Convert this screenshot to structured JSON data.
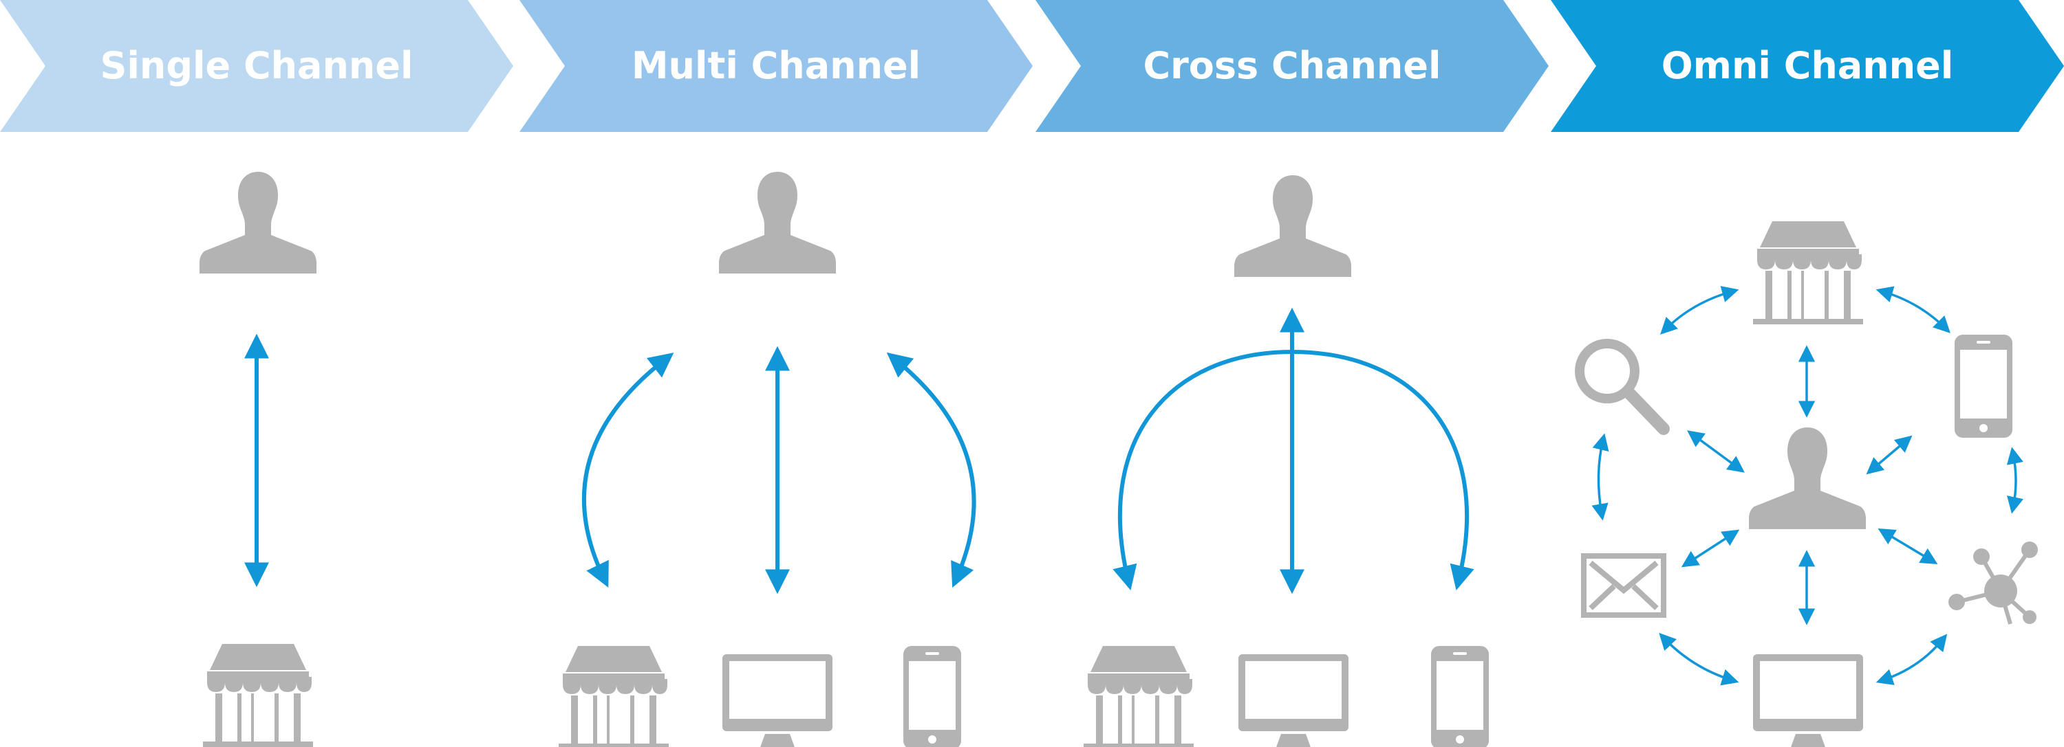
{
  "steps": [
    {
      "label": "Single Channel",
      "color": "#bdd9f2"
    },
    {
      "label": "Multi Channel",
      "color": "#97c4ec"
    },
    {
      "label": "Cross Channel",
      "color": "#67b0e2"
    },
    {
      "label": "Omni Channel",
      "color": "#0d9cd9"
    }
  ],
  "icons": {
    "person": "person-icon",
    "store": "store-icon",
    "desktop": "desktop-icon",
    "phone": "phone-icon",
    "search": "magnifier-icon",
    "mail": "envelope-icon",
    "social": "network-share-icon"
  },
  "colors": {
    "arrow": "#1196d8",
    "icon": "#b3b3b3"
  }
}
